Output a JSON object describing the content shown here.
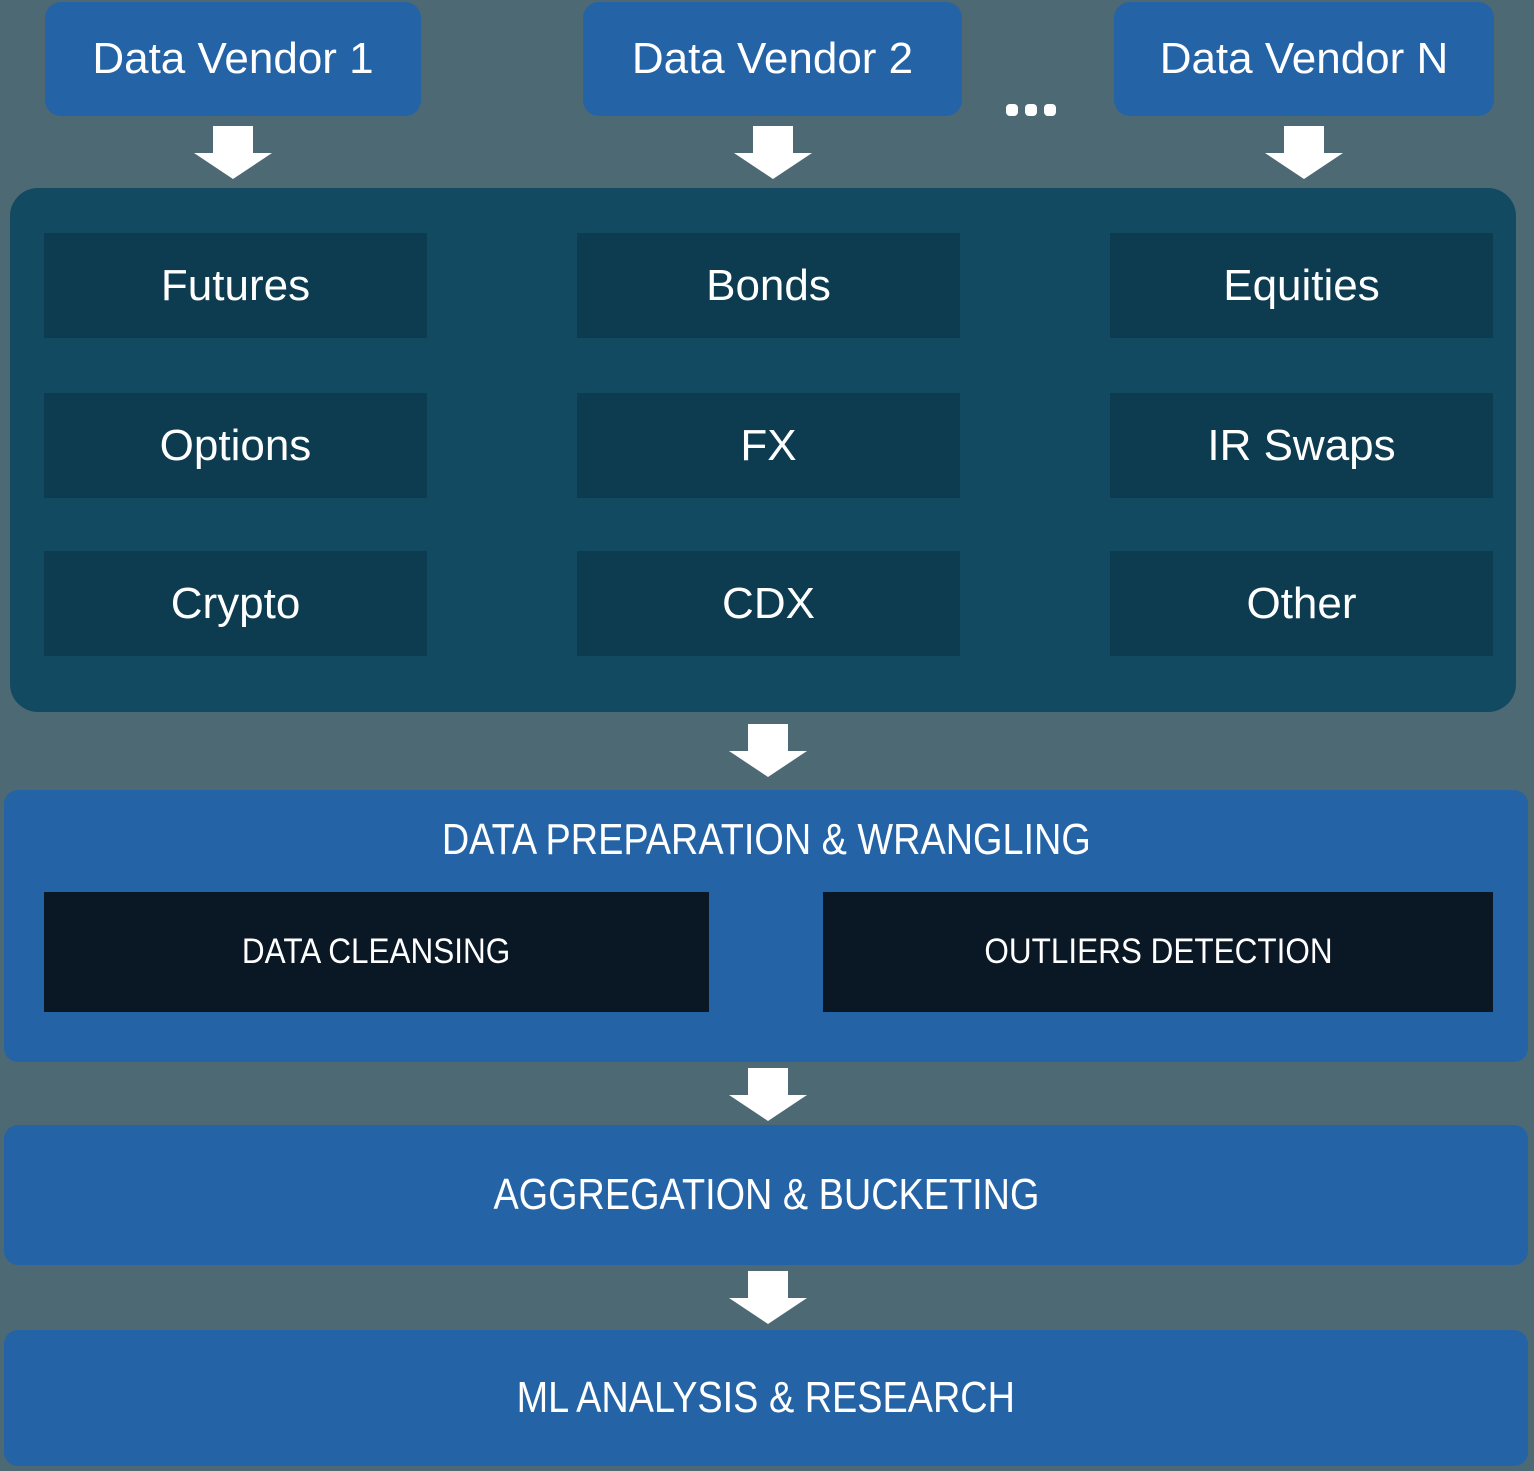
{
  "diagram": {
    "vendors": [
      {
        "label": "Data Vendor 1"
      },
      {
        "label": "Data Vendor 2"
      },
      {
        "label": "Data Vendor N"
      }
    ],
    "vendors_ellipsis": "...",
    "assets": {
      "column1": [
        "Futures",
        "Options",
        "Crypto"
      ],
      "column2": [
        "Bonds",
        "FX",
        "CDX"
      ],
      "column3": [
        "Equities",
        "IR Swaps",
        "Other"
      ]
    },
    "stages": {
      "preparation": {
        "title": "DATA PREPARATION & WRANGLING",
        "boxes": [
          "DATA CLEANSING",
          "OUTLIERS DETECTION"
        ]
      },
      "aggregation": {
        "title": "AGGREGATION & BUCKETING"
      },
      "ml": {
        "title": "ML ANALYSIS & RESEARCH"
      }
    },
    "colors": {
      "background": "#4d6973",
      "accent_blue": "#2463a6",
      "container_teal": "#124a61",
      "asset_box": "#0d3b50",
      "dark_navy": "#0a1724",
      "text": "#ffffff"
    }
  }
}
